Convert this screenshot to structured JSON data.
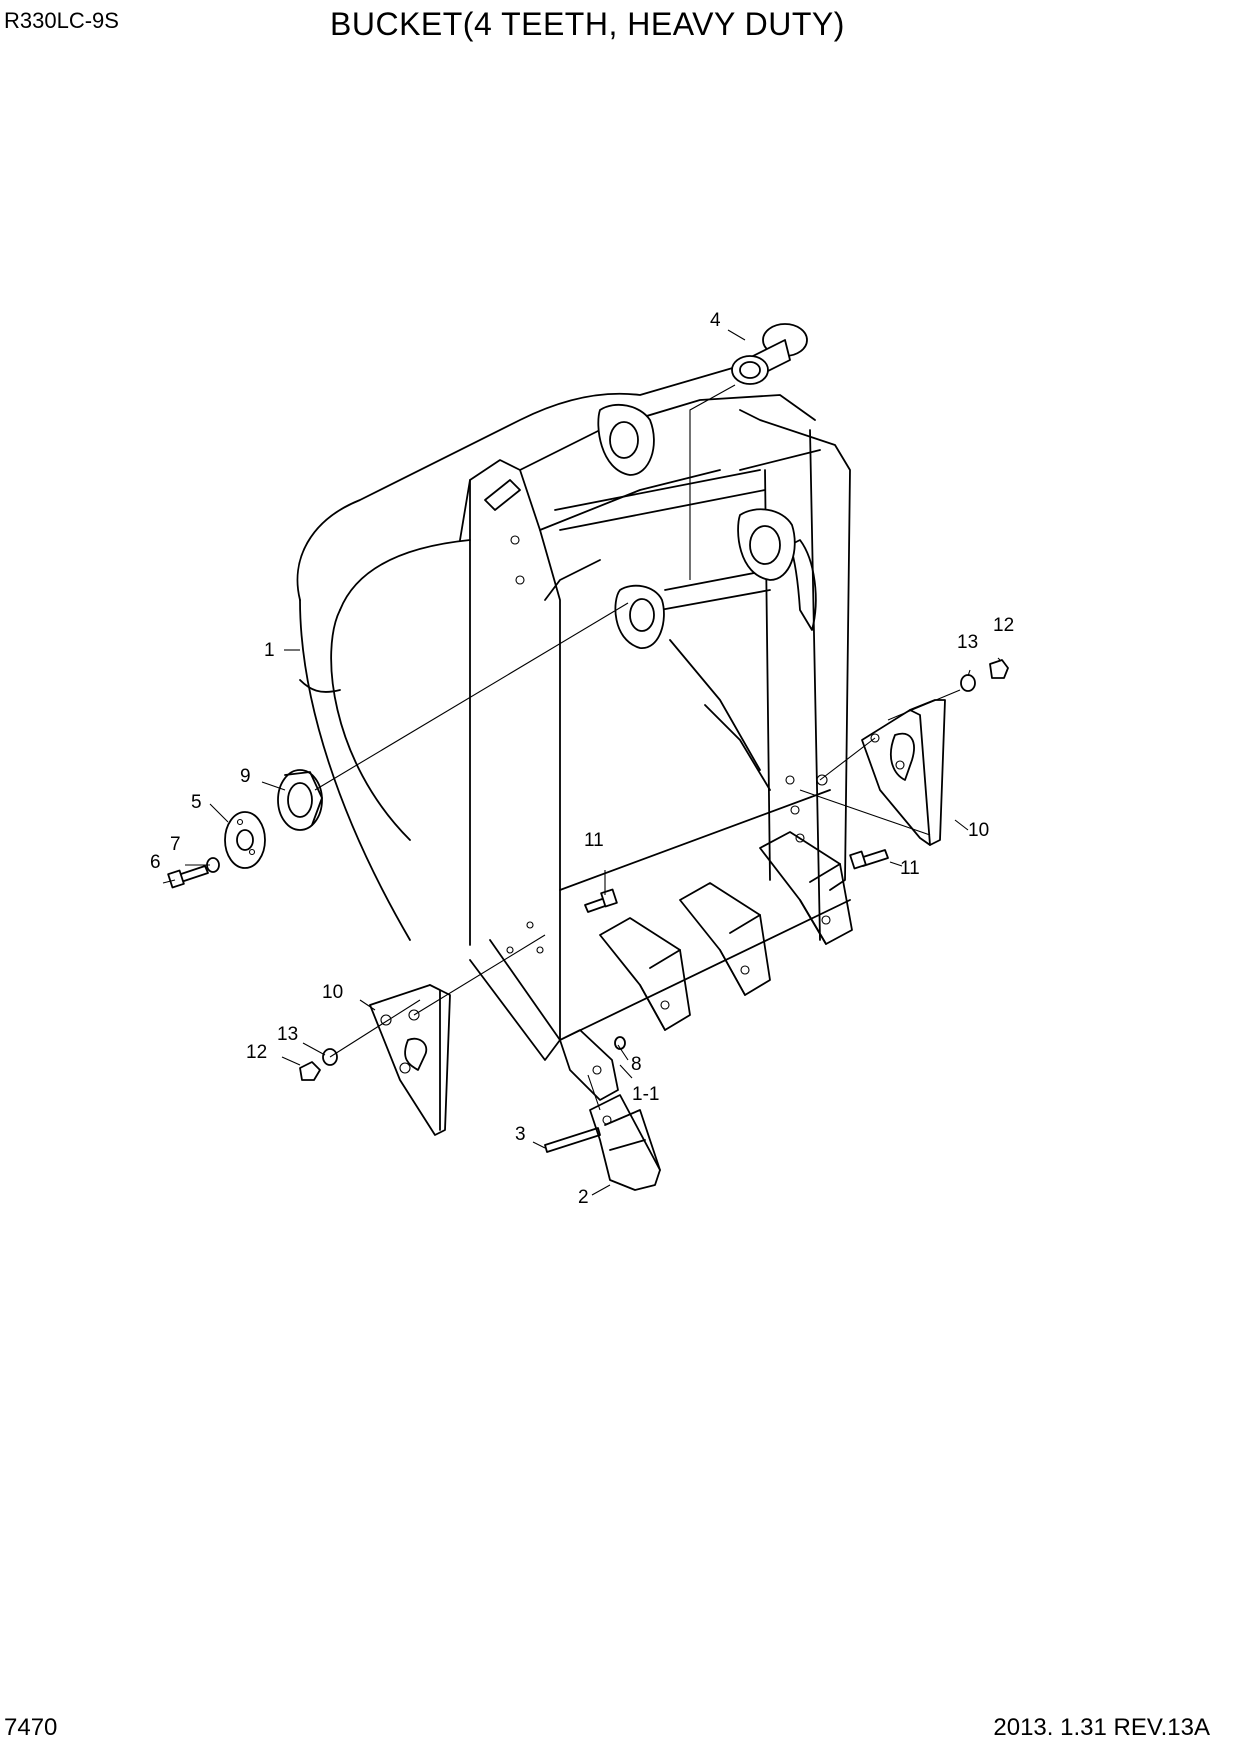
{
  "header": {
    "model": "R330LC-9S",
    "title": "BUCKET(4 TEETH, HEAVY DUTY)"
  },
  "footer": {
    "page_number": "7470",
    "revision": "2013. 1.31  REV.13A"
  },
  "callouts": {
    "c1": "1",
    "c1_1": "1-1",
    "c2": "2",
    "c3": "3",
    "c4": "4",
    "c5": "5",
    "c6": "6",
    "c7": "7",
    "c8": "8",
    "c9": "9",
    "c10a": "10",
    "c10b": "10",
    "c11a": "11",
    "c11b": "11",
    "c12a": "12",
    "c12b": "12",
    "c13a": "13",
    "c13b": "13"
  }
}
